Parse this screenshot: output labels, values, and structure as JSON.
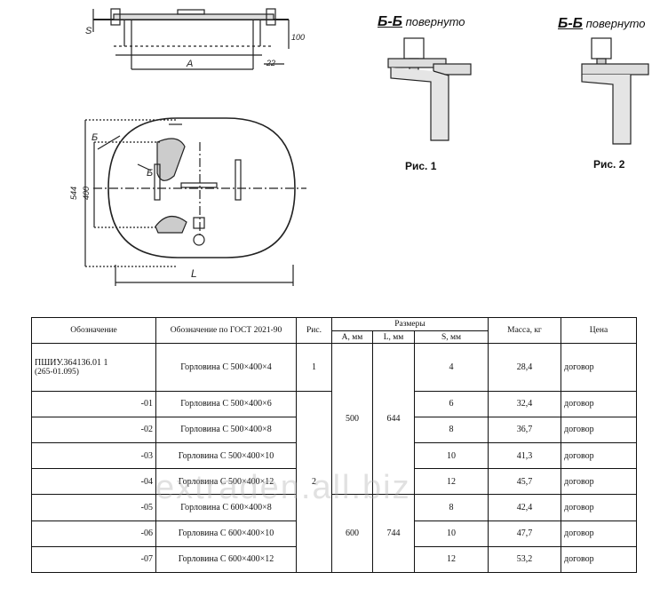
{
  "drawing": {
    "dim_s": "S",
    "dim_a": "A",
    "dim_100": "100",
    "dim_22": "22",
    "dim_544": "544",
    "dim_400": "400",
    "dim_l": "L",
    "mark_b1": "Б",
    "mark_b2": "Б",
    "section1_title_main": "Б-Б",
    "section1_title_sub": "повернуто",
    "section2_title_main": "Б-Б",
    "section2_title_sub": "повернуто",
    "fig1_caption": "Рис. 1",
    "fig2_caption": "Рис. 2"
  },
  "table": {
    "headers": {
      "designation": "Обозначение",
      "gost_designation": "Обозначение по ГОСТ 2021-90",
      "fig": "Рис.",
      "dimensions": "Размеры",
      "a_mm": "А, мм",
      "l_mm": "L, мм",
      "s_mm": "S, мм",
      "mass": "Масса, кг",
      "price": "Цена"
    },
    "rows": [
      {
        "code": "ПШИУ.364136.01 1",
        "code_sub": "(265-01.095)",
        "name": "Горловина С 500×400×4",
        "s": "4",
        "mass": "28,4",
        "price": "договор"
      },
      {
        "code": "-01",
        "name": "Горловина С 500×400×6",
        "s": "6",
        "mass": "32,4",
        "price": "договор"
      },
      {
        "code": "-02",
        "name": "Горловина С 500×400×8",
        "s": "8",
        "mass": "36,7",
        "price": "договор"
      },
      {
        "code": "-03",
        "name": "Горловина С 500×400×10",
        "s": "10",
        "mass": "41,3",
        "price": "договор"
      },
      {
        "code": "-04",
        "name": "Горловина С 500×400×12",
        "s": "12",
        "mass": "45,7",
        "price": "договор"
      },
      {
        "code": "-05",
        "name": "Горловина С 600×400×8",
        "s": "8",
        "mass": "42,4",
        "price": "договор"
      },
      {
        "code": "-06",
        "name": "Горловина С 600×400×10",
        "s": "10",
        "mass": "47,7",
        "price": "договор"
      },
      {
        "code": "-07",
        "name": "Горловина С 600×400×12",
        "s": "12",
        "mass": "53,2",
        "price": "договор"
      }
    ],
    "fig_1": "1",
    "fig_2": "2",
    "a_500": "500",
    "l_644": "644",
    "a_600": "600",
    "l_744": "744"
  },
  "watermark": "extraden.all.biz"
}
